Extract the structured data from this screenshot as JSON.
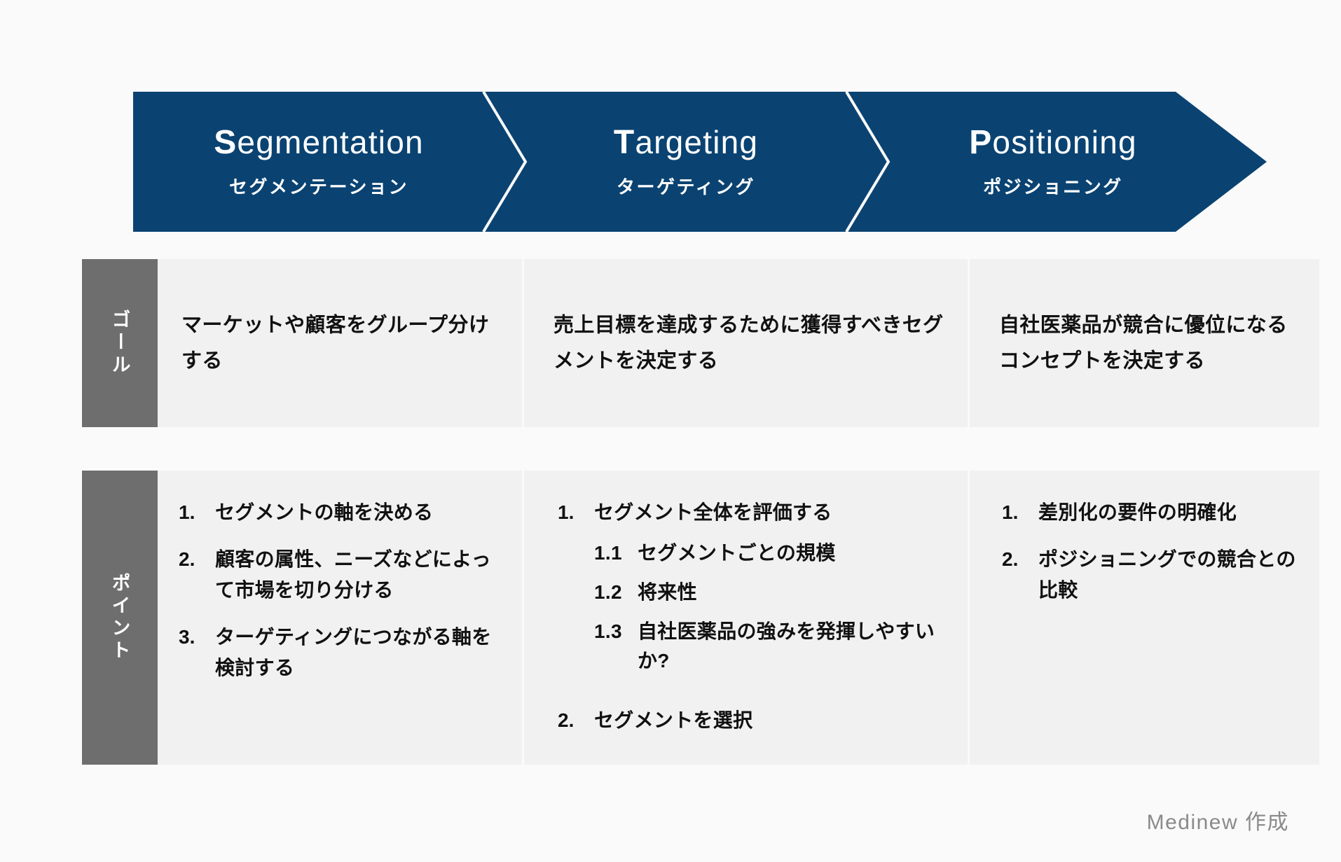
{
  "colors": {
    "background": "#fafafa",
    "banner_navy": "#0a4372",
    "row_label_gray": "#6e6e6e",
    "panel_gray": "#f1f1f1",
    "text_dark": "#111111",
    "credit_gray": "#8a8a8a",
    "banner_text": "#ffffff"
  },
  "banner": {
    "steps": [
      {
        "cap": "S",
        "rest": "egmentation",
        "jp": "セグメンテーション"
      },
      {
        "cap": "T",
        "rest": "argeting",
        "jp": "ターゲティング"
      },
      {
        "cap": "P",
        "rest": "ositioning",
        "jp": "ポジショニング"
      }
    ]
  },
  "rows": {
    "goal": {
      "label": "ゴール",
      "cells": [
        "マーケットや顧客をグループ分けする",
        "売上目標を達成するために獲得すべきセグメントを決定する",
        "自社医薬品が競合に優位になるコンセプトを決定する"
      ]
    },
    "point": {
      "label": "ポイント",
      "columns": [
        {
          "items": [
            {
              "num": "1.",
              "text": "セグメントの軸を決める",
              "subs": []
            },
            {
              "num": "2.",
              "text": "顧客の属性、ニーズなどによって市場を切り分ける",
              "subs": []
            },
            {
              "num": "3.",
              "text": "ターゲティングにつながる軸を検討する",
              "subs": []
            }
          ]
        },
        {
          "items": [
            {
              "num": "1.",
              "text": "セグメント全体を評価する",
              "subs": [
                {
                  "num": "1.1",
                  "text": "セグメントごとの規模"
                },
                {
                  "num": "1.2",
                  "text": "将来性"
                },
                {
                  "num": "1.3",
                  "text": "自社医薬品の強みを発揮しやすいか?"
                }
              ]
            },
            {
              "num": "2.",
              "text": "セグメントを選択",
              "subs": []
            }
          ]
        },
        {
          "items": [
            {
              "num": "1.",
              "text": "差別化の要件の明確化",
              "subs": []
            },
            {
              "num": "2.",
              "text": "ポジショニングでの競合との比較",
              "subs": []
            }
          ]
        }
      ]
    }
  },
  "credit": "Medinew 作成"
}
